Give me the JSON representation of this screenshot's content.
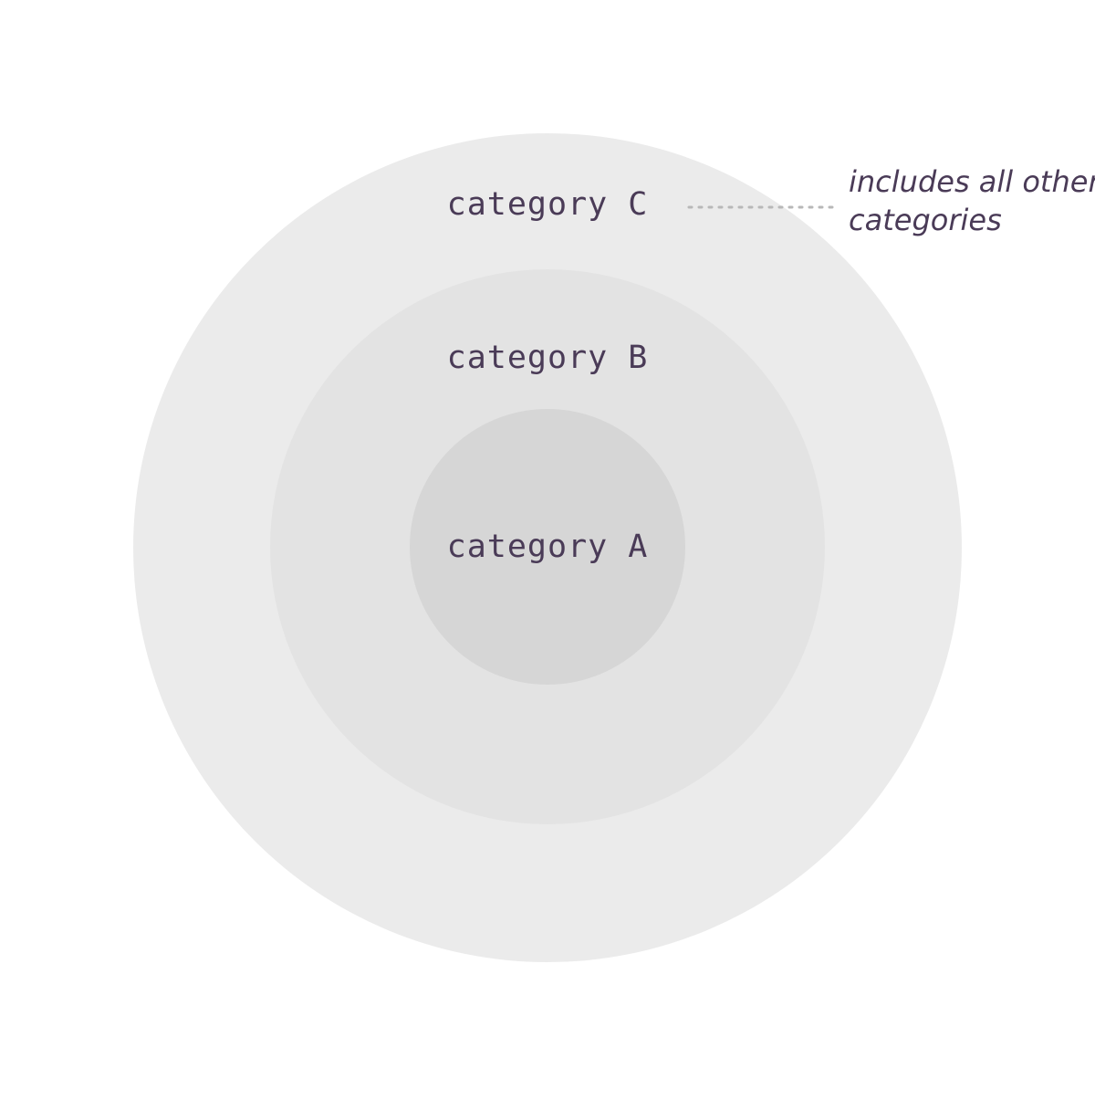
{
  "diagram": {
    "rings": [
      {
        "id": "c",
        "label": "category C",
        "fill": "#ebebeb"
      },
      {
        "id": "b",
        "label": "category B",
        "fill": "#e3e3e3"
      },
      {
        "id": "a",
        "label": "category A",
        "fill": "#d6d6d6"
      }
    ],
    "annotation": {
      "line1": "includes all other",
      "line2": "categories"
    },
    "colors": {
      "text": "#4a3b57",
      "connector": "#b8b8b8",
      "background": "#ffffff"
    }
  }
}
